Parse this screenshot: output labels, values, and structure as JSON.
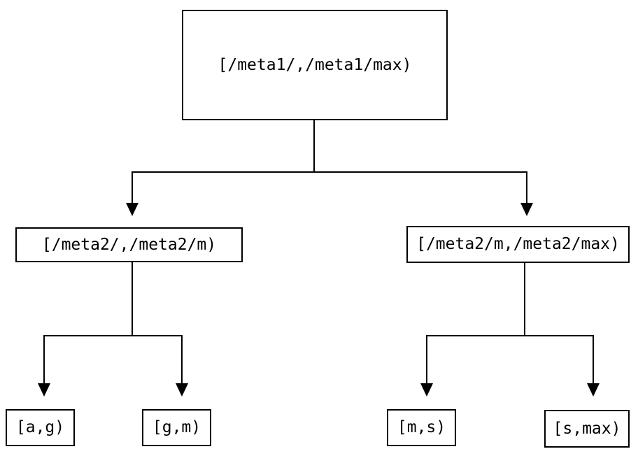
{
  "diagram": {
    "type": "tree",
    "colors": {
      "background": "#ffffff",
      "line": "#000000",
      "box_border": "#000000",
      "text": "#000000"
    },
    "icons": {
      "arrowhead_down": "▼"
    },
    "nodes": {
      "root": {
        "label": "[/meta1/,/meta1/max)"
      },
      "meta2_left": {
        "label": "[/meta2/,/meta2/m)"
      },
      "meta2_right": {
        "label": "[/meta2/m,/meta2/max)"
      },
      "leaf_ag": {
        "label": "[a,g)"
      },
      "leaf_gm": {
        "label": "[g,m)"
      },
      "leaf_ms": {
        "label": "[m,s)"
      },
      "leaf_smax": {
        "label": "[s,max)"
      }
    },
    "edges": [
      {
        "from": "root",
        "to": "meta2_left"
      },
      {
        "from": "root",
        "to": "meta2_right"
      },
      {
        "from": "meta2_left",
        "to": "leaf_ag"
      },
      {
        "from": "meta2_left",
        "to": "leaf_gm"
      },
      {
        "from": "meta2_right",
        "to": "leaf_ms"
      },
      {
        "from": "meta2_right",
        "to": "leaf_smax"
      }
    ]
  }
}
